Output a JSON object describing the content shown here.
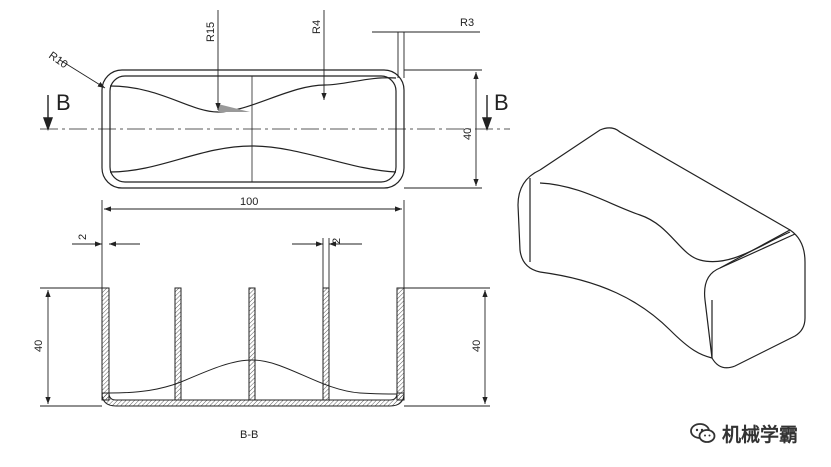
{
  "dimensions": {
    "r10": "R10",
    "r15": "R15",
    "r4": "R4",
    "r3": "R3",
    "height_top": "40",
    "width": "100",
    "wall_left": "2",
    "wall_right": "2",
    "height_left": "40",
    "height_right": "40"
  },
  "section": {
    "mark_left": "B",
    "mark_right": "B",
    "caption": "B-B"
  },
  "watermark": {
    "text": "机械学霸",
    "icon": "wechat-icon"
  },
  "colors": {
    "line": "#222222",
    "background": "#ffffff"
  }
}
